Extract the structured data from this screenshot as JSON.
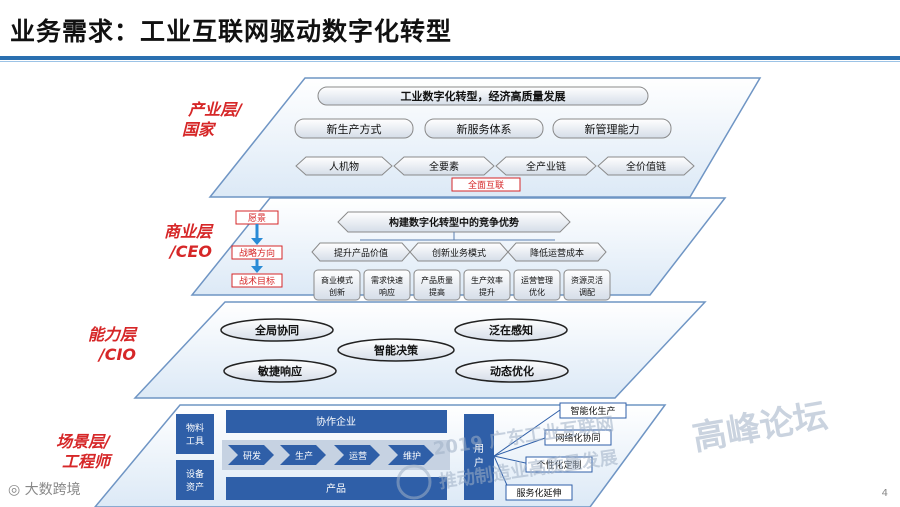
{
  "title": "业务需求：工业互联网驱动数字化转型",
  "page_number": "4",
  "logo_text": "大数跨境",
  "watermark": {
    "line1": "2019 广东工业互联网",
    "line2": "推动制造业高质量发展",
    "brand": "高峰论坛"
  },
  "layers": {
    "industry": {
      "label_line1": "产业层/",
      "label_line2": "国家",
      "top": "工业数字化转型，经济高质量发展",
      "row2": [
        "新生产方式",
        "新服务体系",
        "新管理能力"
      ],
      "row3": [
        "人机物",
        "全要素",
        "全产业链",
        "全价值链"
      ],
      "connect": "全面互联"
    },
    "business": {
      "label_line1": "商业层",
      "label_line2": "/CEO",
      "flow": [
        "愿景",
        "战略方向",
        "战术目标"
      ],
      "top": "构建数字化转型中的竞争优势",
      "mid": [
        "提升产品价值",
        "创新业务模式",
        "降低运营成本"
      ],
      "bottom": [
        [
          "商业模式",
          "创新"
        ],
        [
          "需求快速",
          "响应"
        ],
        [
          "产品质量",
          "提高"
        ],
        [
          "生产效率",
          "提升"
        ],
        [
          "运营管理",
          "优化"
        ],
        [
          "资源灵活",
          "调配"
        ]
      ]
    },
    "capability": {
      "label_line1": "能力层",
      "label_line2": "/CIO",
      "items": [
        "全局协同",
        "泛在感知",
        "智能决策",
        "敏捷响应",
        "动态优化"
      ]
    },
    "scene": {
      "label_line1": "场景层/",
      "label_line2": "工程师",
      "left_top": "物料工具",
      "left_bottom": "设备资产",
      "collab": "协作企业",
      "stages": [
        "研发",
        "生产",
        "运营",
        "维护"
      ],
      "product": "产品",
      "user": "用户",
      "right": [
        "智能化生产",
        "网络化协同",
        "个性化定制",
        "服务化延伸"
      ]
    }
  }
}
